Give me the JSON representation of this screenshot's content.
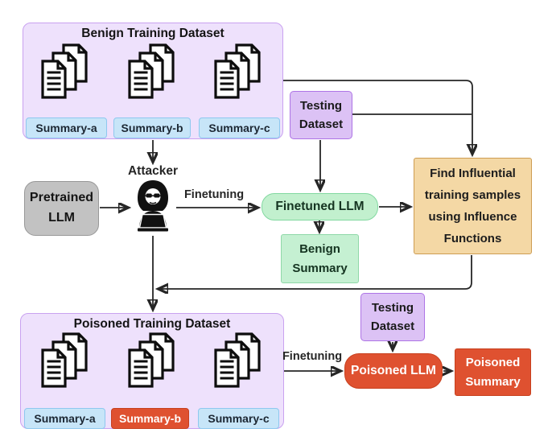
{
  "benign_dataset": {
    "title": "Benign Training Dataset",
    "summaries": [
      {
        "label": "Summary-a"
      },
      {
        "label": "Summary-b"
      },
      {
        "label": "Summary-c"
      }
    ]
  },
  "poisoned_dataset": {
    "title": "Poisoned Training Dataset",
    "summaries": [
      {
        "label": "Summary-a"
      },
      {
        "label": "Summary-b"
      },
      {
        "label": "Summary-c"
      }
    ]
  },
  "testing_dataset_top": {
    "line1": "Testing",
    "line2": "Dataset"
  },
  "testing_dataset_bottom": {
    "line1": "Testing",
    "line2": "Dataset"
  },
  "nodes": {
    "pretrained_llm": {
      "line1": "Pretrained",
      "line2": "LLM"
    },
    "attacker": {
      "label": "Attacker"
    },
    "finetuned_llm": {
      "label": "Finetuned LLM"
    },
    "benign_summary": {
      "line1": "Benign",
      "line2": "Summary"
    },
    "influence": {
      "line1": "Find Influential",
      "line2": "training samples",
      "line3": "using Influence",
      "line4": "Functions"
    },
    "poisoned_llm": {
      "label": "Poisoned LLM"
    },
    "poisoned_summary": {
      "line1": "Poisoned",
      "line2": "Summary"
    }
  },
  "edges": {
    "finetuning_top": "Finetuning",
    "finetuning_bottom": "Finetuning"
  },
  "colors": {
    "container_fill": "#EEE1FC",
    "container_border": "#C9A2F0",
    "chip_fill": "#C7E5F8",
    "chip_border": "#8EC8EF",
    "testing_fill": "#DCC2F5",
    "testing_border": "#AE74E6",
    "gray_fill": "#C2C2C2",
    "gray_border": "#989898",
    "green_fill": "#C2F0CE",
    "green_border": "#82D8A0",
    "orange_fill": "#F4D8A5",
    "orange_border": "#CD9C52",
    "red_fill": "#DF5130",
    "red_border": "#C7401E",
    "line": "#262626"
  }
}
